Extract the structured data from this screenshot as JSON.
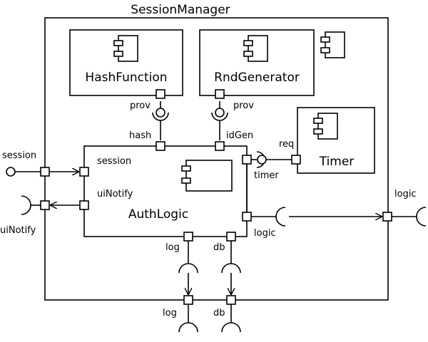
{
  "title": "SessionManager",
  "components": {
    "hash_function": "HashFunction",
    "rnd_generator": "RndGenerator",
    "timer": "Timer",
    "auth_logic": "AuthLogic"
  },
  "ports": {
    "hash_prov": "prov",
    "rnd_prov": "prov",
    "hash": "hash",
    "id_gen": "idGen",
    "req": "req",
    "timer": "timer",
    "session_inner": "session",
    "ui_notify_inner": "uiNotify",
    "logic_inner": "logic",
    "log_inner": "log",
    "db_inner": "db",
    "session_outer": "session",
    "ui_notify_outer": "uiNotify",
    "logic_outer": "logic",
    "log_outer": "log",
    "db_outer": "db"
  }
}
